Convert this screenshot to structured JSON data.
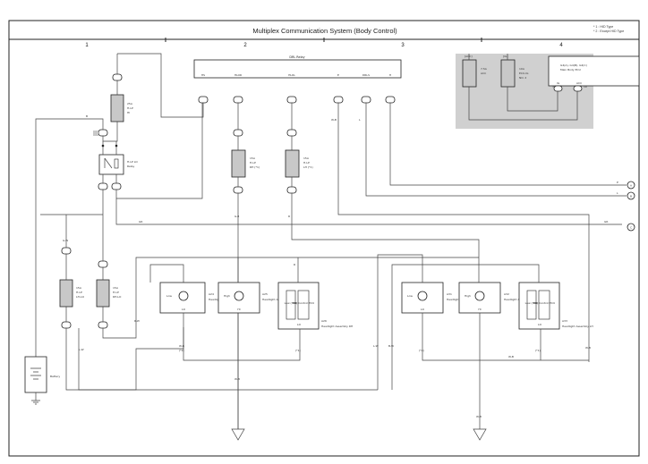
{
  "header": {
    "title": "Multiplex Communication System (Body Control)",
    "note_1": "* 1 : HID Type",
    "note_2": "* 2 : Except HID Type"
  },
  "columns": [
    "1",
    "2",
    "3",
    "4"
  ],
  "components": {
    "drl_relay": "DRL Relay",
    "drl_pins": [
      "HS",
      "HLOR",
      "HLOL",
      "E",
      "DRLS",
      "H"
    ],
    "fuse_acc": {
      "connector": "[ACC]",
      "rating": "7.5A",
      "name": "ACC"
    },
    "fuse_ig": {
      "connector": "[IG]",
      "rating": "10A",
      "name": "ECU-IG",
      "sub": "NO. 2"
    },
    "main_body_ecu": {
      "code": "G4(A), G4(B), G4(C)",
      "name": "Main Body ECU",
      "pins": [
        "IG",
        "ACC"
      ]
    },
    "fuse_hlp": {
      "rating": "25A",
      "name": "H-LP",
      "sub": "HI"
    },
    "relay_hlo": {
      "name": "H-LP LO",
      "sub": "Relay"
    },
    "fuse_rh_upper": {
      "rating": "15A",
      "name": "H-LP",
      "sub": "RH (*1)"
    },
    "fuse_lh_upper": {
      "rating": "15A",
      "name": "H-LP",
      "sub": "LH (*1)"
    },
    "fuse_lh_lo": {
      "rating": "15A",
      "name": "H-LP",
      "sub": "LH-LO"
    },
    "fuse_rh_lo": {
      "rating": "15A",
      "name": "H-LP",
      "sub": "RH-LO"
    },
    "battery": "Battery",
    "rh_low": {
      "lamp": "Low",
      "code": "A24",
      "name": "Headlight Assembly RH"
    },
    "rh_high": {
      "lamp": "High",
      "code": "A25",
      "name": "Headlight Assembly RH"
    },
    "rh_hid": {
      "lamp": "Low (HID)",
      "ecu": "HID Control ECU",
      "code": "A26",
      "name": "Headlight Assembly RH"
    },
    "lh_low": {
      "lamp": "Low",
      "code": "A31",
      "name": "Headlight Assembly LH"
    },
    "lh_high": {
      "lamp": "High",
      "code": "A32",
      "name": "Headlight Assembly LH"
    },
    "lh_hid": {
      "lamp": "Low (HID)",
      "ecu": "HID Control ECU",
      "code": "A33",
      "name": "Headlight Assembly LH"
    }
  },
  "wire_labels": {
    "w_b": "B",
    "w_gr": "GR",
    "w_wb": "W-B",
    "w_l": "L",
    "w_p": "P",
    "w_rw": "R-W",
    "w_grw": "G-W",
    "w_lw": "L-W",
    "w_bw": "B-W",
    "w_hid": "(*1)",
    "w_nhid": "(*2)",
    "w_gb": "G-B",
    "w_r": "R",
    "w_w": "W"
  },
  "connectors_out": [
    "A",
    "B",
    "C"
  ],
  "pin_labels": {
    "lo": "LO",
    "hi": "HI",
    "pin2": "2",
    "pin1": "1",
    "pin6": "6",
    "pin4": "4",
    "pin7": "7",
    "pin3": "3",
    "pin5": "5",
    "pin8": "8",
    "pin32": "32",
    "pin10": "10"
  }
}
